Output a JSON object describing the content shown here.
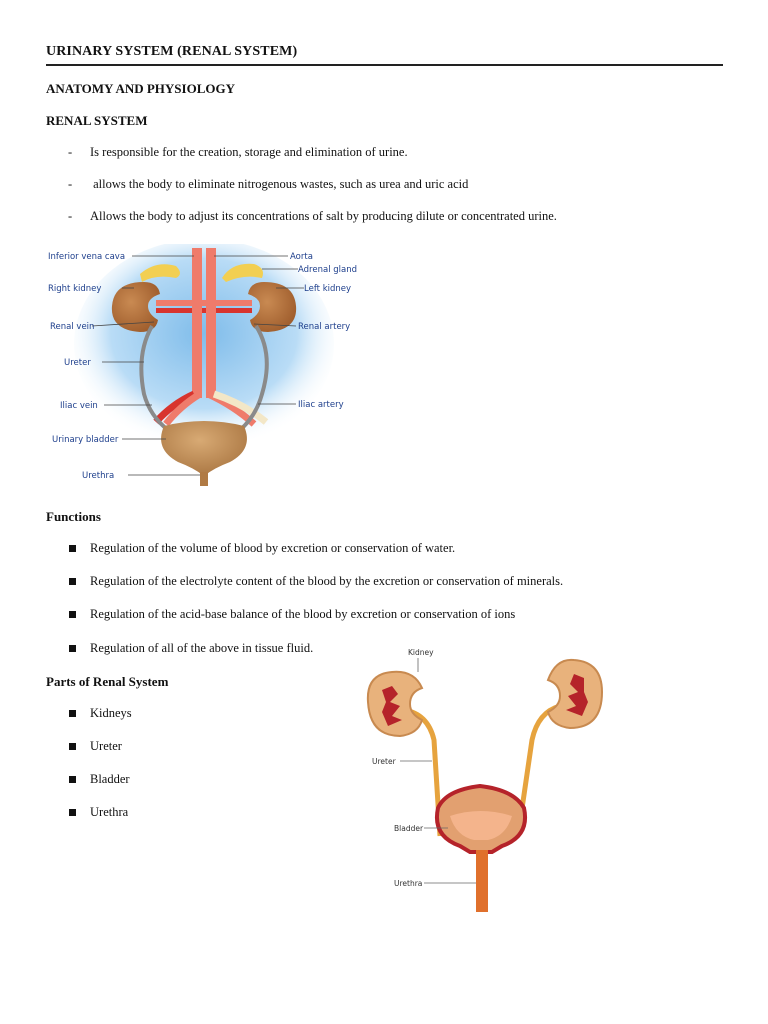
{
  "doc": {
    "title": "URINARY SYSTEM (RENAL SYSTEM)",
    "section_heading": "ANATOMY AND PHYSIOLOGY",
    "subsection_heading": "RENAL SYSTEM",
    "dash_marker": "-",
    "intro_points": [
      "Is responsible for the creation, storage and elimination of urine.",
      " allows the body to eliminate nitrogenous wastes, such as urea and uric acid",
      "Allows the body to adjust its concentrations of salt by producing dilute or concentrated urine."
    ],
    "functions_heading": "Functions",
    "functions": [
      "Regulation of the volume of blood by excretion or conservation of water.",
      "Regulation of the electrolyte content of the blood by the excretion or conservation of minerals.",
      "Regulation of the acid-base balance of the blood by excretion or conservation of ions",
      "Regulation of all of the above in tissue fluid."
    ],
    "parts_heading": "Parts of Renal System",
    "parts": [
      "Kidneys",
      "Ureter",
      "Bladder",
      "Urethra"
    ]
  },
  "figure1": {
    "labels": {
      "inferior_vena_cava": "Inferior vena cava",
      "right_kidney": "Right kidney",
      "renal_vein": "Renal vein",
      "ureter": "Ureter",
      "iliac_vein": "Iliac vein",
      "urinary_bladder": "Urinary bladder",
      "urethra": "Urethra",
      "aorta": "Aorta",
      "adrenal_gland": "Adrenal gland",
      "left_kidney": "Left kidney",
      "renal_artery": "Renal artery",
      "iliac_artery": "Iliac artery"
    },
    "colors": {
      "kidney": "#b8743e",
      "adrenal": "#f2cf52",
      "vessel": "#ef7b6b",
      "vein_dark": "#d8342e",
      "bladder": "#c4925c",
      "glow": "#8cc4ef",
      "label": "#1e3f8c"
    }
  },
  "figure2": {
    "labels": {
      "kidney": "Kidney",
      "ureter": "Ureter",
      "bladder": "Bladder",
      "urethra": "Urethra"
    },
    "colors": {
      "kidney": "#e8b27c",
      "medulla": "#b5232a",
      "ureter": "#e6a33e",
      "bladder_wall": "#e2a070",
      "urethra": "#e0702c"
    }
  }
}
